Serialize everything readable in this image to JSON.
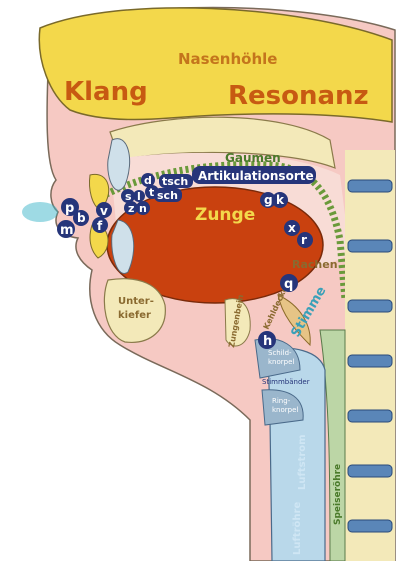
{
  "colors": {
    "nasal_cavity": "#f3d84b",
    "skin": "#f6c9c3",
    "tongue": "#c9410f",
    "bone": "#f3e9b9",
    "spine": "#5a86b8",
    "airway": "#b9d8ea",
    "badge": "#26357a",
    "articulation_band": "#4a7fbf",
    "breath": "#3db5c9"
  },
  "labels": {
    "nasal_cavity": "Nasenhöhle",
    "klang": "Klang",
    "resonanz": "Resonanz",
    "gaumen": "Gaumen",
    "articulation": "Artikulationsorte",
    "zunge": "Zunge",
    "rachen": "Rachen",
    "unterkiefer_1": "Unter-",
    "unterkiefer_2": "kiefer",
    "zungenbein": "Zungenbein",
    "kehldeckel": "Kehldeckel",
    "stimme": "Stimme",
    "schildknorpel_1": "Schild-",
    "schildknorpel_2": "knorpel",
    "stimmbaender": "Stimmbänder",
    "ringknorpel_1": "Ring-",
    "ringknorpel_2": "knorpel",
    "luftstrom": "Luftstrom",
    "luftroehre": "Luftröhre",
    "speiseroehre": "Speiseröhre"
  },
  "sounds": {
    "p": "p",
    "b": "b",
    "m": "m",
    "v": "v",
    "f": "f",
    "d": "d",
    "t": "t",
    "tsch1": "tsch",
    "sch": "sch",
    "s": "s",
    "l": "l",
    "z": "z",
    "n": "n",
    "g": "g",
    "k": "k",
    "x": "x",
    "r": "r",
    "q": "q",
    "h": "h"
  }
}
